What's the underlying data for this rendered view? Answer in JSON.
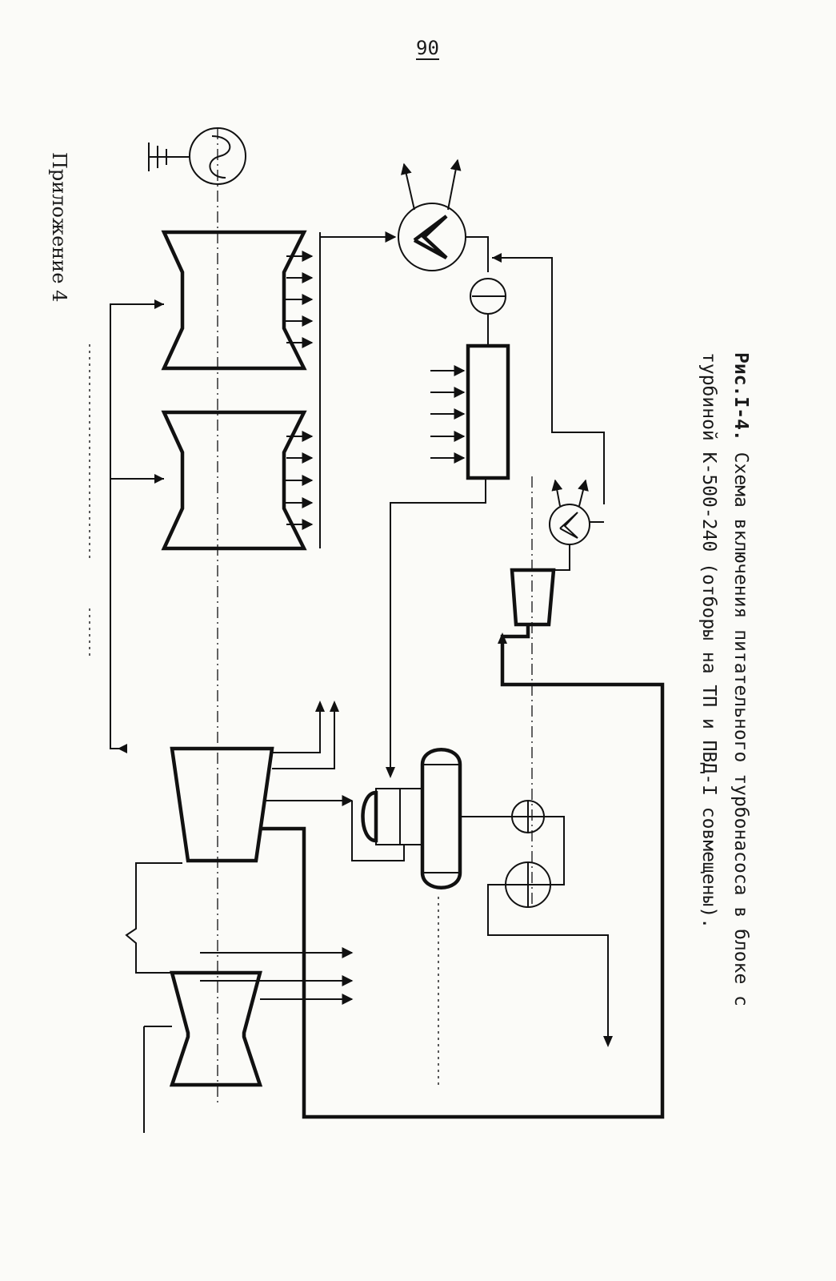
{
  "page": {
    "number": "90"
  },
  "appendix_label": "Приложение 4",
  "caption": {
    "figure_ref": "Рис.I-4.",
    "line1": "Схема включения питательного турбонасоса в блоке с",
    "line2": "турбиной К-500-240 (отборы на ТП и ПВД-I совмещены)."
  },
  "colors": {
    "ink": "#111111",
    "paper": "#fbfbf8"
  },
  "symbols": [
    "generator-icon",
    "ground-icon",
    "condenser-icon",
    "condensate-pump-icon",
    "lp-heater-icon",
    "tp-condenser-icon",
    "feed-turbine-icon",
    "deaerator-icon",
    "booster-pump-icon",
    "feed-pump-icon"
  ]
}
